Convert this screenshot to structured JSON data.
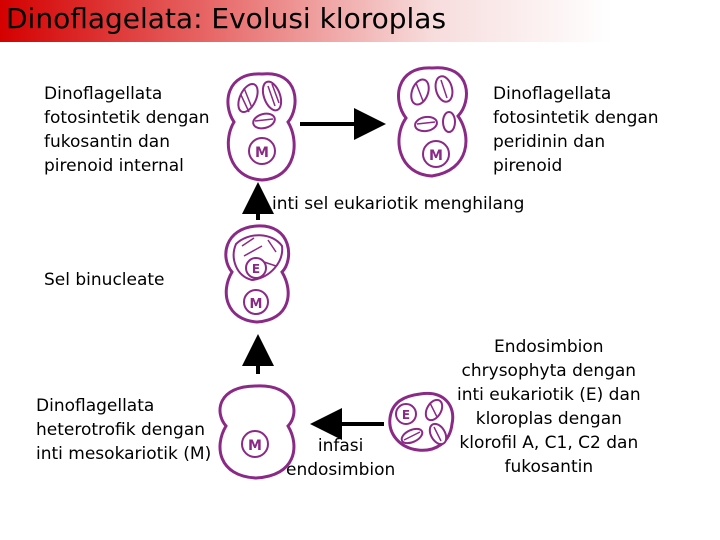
{
  "title": "Dinoflagelata: Evolusi kloroplas",
  "labels": {
    "fucoxanthin": "Dinoflagellata\nfotosintetik dengan\nfukosantin dan\npirenoid internal",
    "peridinin": "Dinoflagellata\nfotosintetik dengan\nperidinin dan\npirenoid",
    "nucleus_loss": "inti sel eukariotik menghilang",
    "binucleate": "Sel binucleate",
    "heterotroph": "Dinoflagellata\nheterotrofik dengan\ninti mesokariotik (M)",
    "infection": "infasi\nendosimbion",
    "endosymbiont": "Endosimbion\nchrysophyta dengan\ninti eukariotik (E) dan\nkloroplas dengan\nklorofil A, C1, C2 dan\nfukosantin"
  },
  "nucleus_letters": {
    "m": "M",
    "e": "E"
  },
  "colors": {
    "cell_outline": "#8a2a86",
    "arrow": "#000000",
    "title_red": "#d40000"
  }
}
